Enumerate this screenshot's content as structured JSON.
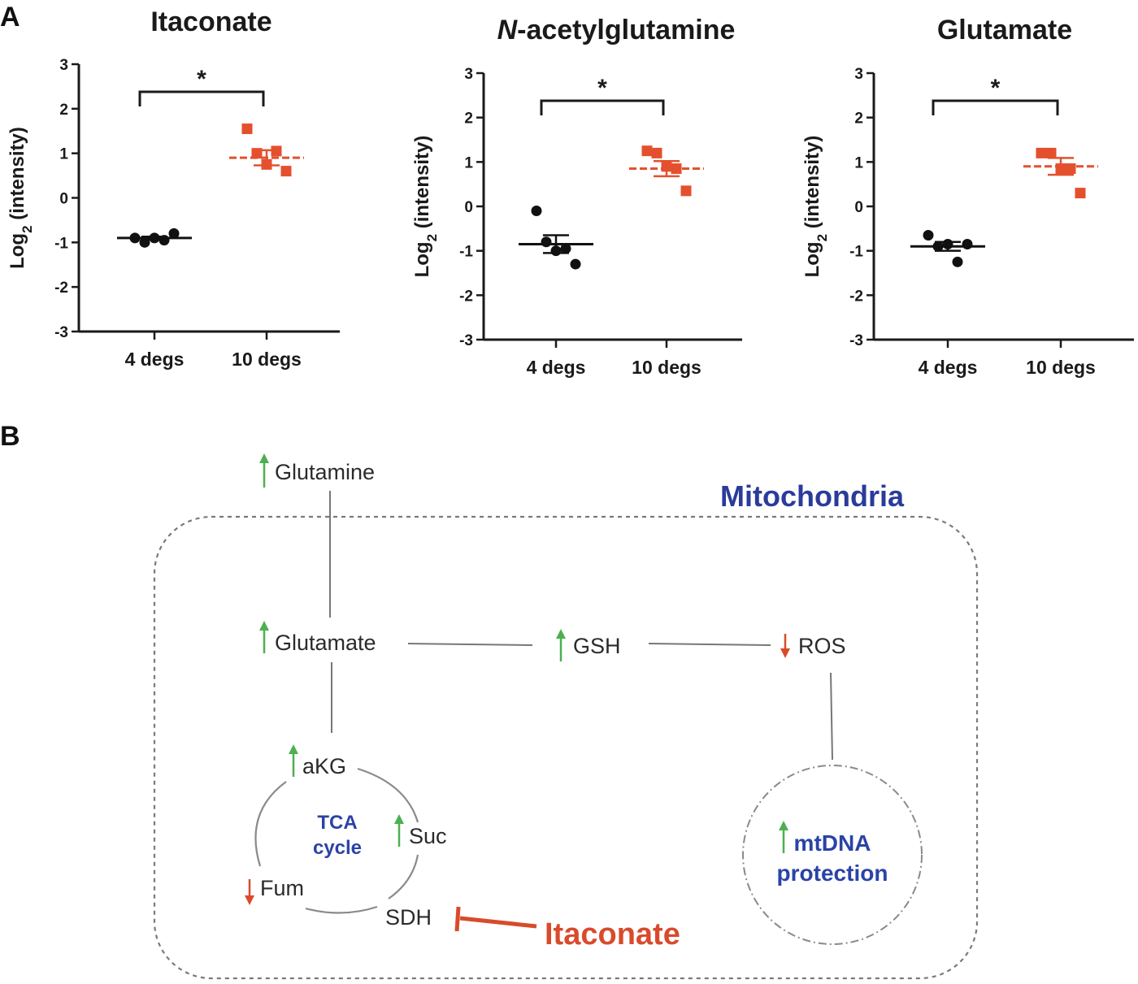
{
  "panels": {
    "a": "A",
    "b": "B"
  },
  "chart_data": [
    {
      "type": "scatter",
      "title": "Itaconate",
      "ylabel": "Log2 (intensity)",
      "ylim": [
        -3,
        3
      ],
      "yticks": [
        "3",
        "2",
        "1",
        "0",
        "-1",
        "-2",
        "-3"
      ],
      "categories": [
        "4 degs",
        "10 degs"
      ],
      "significance": "*",
      "groups": [
        {
          "category": "4 degs",
          "color": "#111111",
          "marker": "circle",
          "values": [
            -0.9,
            -1.0,
            -0.9,
            -0.95,
            -0.8
          ],
          "mean": -0.9,
          "sem": 0.03
        },
        {
          "category": "10 degs",
          "color": "#e4502e",
          "marker": "square",
          "values": [
            1.55,
            1.0,
            0.75,
            1.05,
            0.6
          ],
          "mean": 0.9,
          "sem": 0.17
        }
      ]
    },
    {
      "type": "scatter",
      "title": "N-acetylglutamine",
      "title_italic_prefix": "N",
      "title_rest": "-acetylglutamine",
      "ylabel": "Log2 (intensity)",
      "ylim": [
        -3,
        3
      ],
      "yticks": [
        "3",
        "2",
        "1",
        "0",
        "-1",
        "-2",
        "-3"
      ],
      "categories": [
        "4 degs",
        "10 degs"
      ],
      "significance": "*",
      "groups": [
        {
          "category": "4 degs",
          "color": "#111111",
          "marker": "circle",
          "values": [
            -0.1,
            -0.8,
            -1.0,
            -0.95,
            -1.3
          ],
          "mean": -0.85,
          "sem": 0.2
        },
        {
          "category": "10 degs",
          "color": "#e4502e",
          "marker": "square",
          "values": [
            1.25,
            1.2,
            0.9,
            0.85,
            0.35
          ],
          "mean": 0.85,
          "sem": 0.17
        }
      ]
    },
    {
      "type": "scatter",
      "title": "Glutamate",
      "ylabel": "Log2 (intensity)",
      "ylim": [
        -3,
        3
      ],
      "yticks": [
        "3",
        "2",
        "1",
        "0",
        "-1",
        "-2",
        "-3"
      ],
      "categories": [
        "4 degs",
        "10 degs"
      ],
      "significance": "*",
      "groups": [
        {
          "category": "4 degs",
          "color": "#111111",
          "marker": "circle",
          "values": [
            -0.65,
            -0.9,
            -0.85,
            -1.25,
            -0.85
          ],
          "mean": -0.9,
          "sem": 0.1
        },
        {
          "category": "10 degs",
          "color": "#e4502e",
          "marker": "square",
          "values": [
            1.2,
            1.2,
            0.85,
            0.85,
            0.3
          ],
          "mean": 0.9,
          "sem": 0.19
        }
      ]
    }
  ],
  "diagram": {
    "compartment_label": "Mitochondria",
    "up_color": "#4cb050",
    "down_color": "#d94a2b",
    "nodes": {
      "glutamine": {
        "label": "Glutamine",
        "change": "up"
      },
      "glutamate": {
        "label": "Glutamate",
        "change": "up"
      },
      "gsh": {
        "label": "GSH",
        "change": "up"
      },
      "ros": {
        "label": "ROS",
        "change": "down"
      },
      "akg": {
        "label": "aKG",
        "change": "up"
      },
      "suc": {
        "label": "Suc",
        "change": "up"
      },
      "fum": {
        "label": "Fum",
        "change": "down"
      },
      "sdh": {
        "label": "SDH"
      },
      "tca_line1": "TCA",
      "tca_line2": "cycle",
      "mtdna_line1": "mtDNA",
      "mtdna_line2": "protection",
      "itaconate": "Itaconate"
    }
  }
}
